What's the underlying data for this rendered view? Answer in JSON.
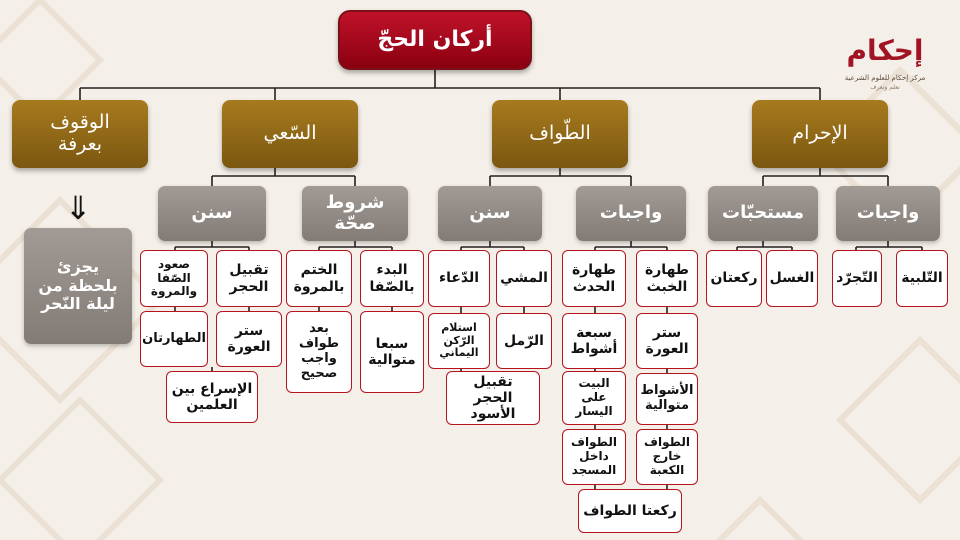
{
  "title": "أركان الحجّ",
  "logo": {
    "mark": "إحكام",
    "subtitle": "مركز إحكام للعلوم الشرعية",
    "tagline": "تعلم وتعرف"
  },
  "pillars": {
    "ihram": "الإحرام",
    "tawaf": "الطّواف",
    "sai": "السّعي",
    "wuquf": "الوقوف بعرفة"
  },
  "groups": {
    "ihram_wajibat": "واجبات",
    "ihram_mustahabbat": "مستحبّات",
    "tawaf_wajibat": "واجبات",
    "tawaf_sunan": "سنن",
    "sai_shurut": "شروط صحّة",
    "sai_sunan": "سنن"
  },
  "wuquf_note": "يجزئ بلحظة من ليلة النّحر",
  "leaves": {
    "ihram_talbiya": "التّلبية",
    "ihram_tajarrud": "التّجرّد",
    "ihram_ghusl": "الغسل",
    "ihram_rakatan": "ركعتان",
    "tawaf_tahara_khabath": "طهارة الخبث",
    "tawaf_tahara_hadath": "طهارة الحدث",
    "tawaf_satr": "ستر العورة",
    "tawaf_sabaa": "سبعة أشواط",
    "tawaf_ashwat": "الأشواط متوالية",
    "tawaf_bayt": "البيت على اليسار",
    "tawaf_kharij": "الطواف خارج الكعبة",
    "tawaf_dakhil": "الطواف داخل المسجد",
    "tawaf_rakata": "ركعتا الطواف",
    "tawaf_mashy": "المشي",
    "tawaf_duaa": "الدّعاء",
    "tawaf_raml": "الرّمل",
    "tawaf_istilam": "استلام الرّكن اليماني",
    "tawaf_taqbil": "تقبيل الحجر الأسود",
    "sai_bad": "البدء بالصّفا",
    "sai_khatm": "الختم بالمروة",
    "sai_sabaa": "سبعا متوالية",
    "sai_baad": "بعد طواف واجب صحيح",
    "sai_taqbil": "تقبيل الحجر",
    "sai_suud": "صعود الصّفا والمروة",
    "sai_satr": "ستر العورة",
    "sai_taharatan": "الطهارتان",
    "sai_israa": "الإسراع بين العلمين"
  },
  "colors": {
    "title": "#a8101f",
    "pillar": "#8f6816",
    "group": "#938c87",
    "leaf_border": "#b5141e",
    "background": "#f4efe8"
  }
}
